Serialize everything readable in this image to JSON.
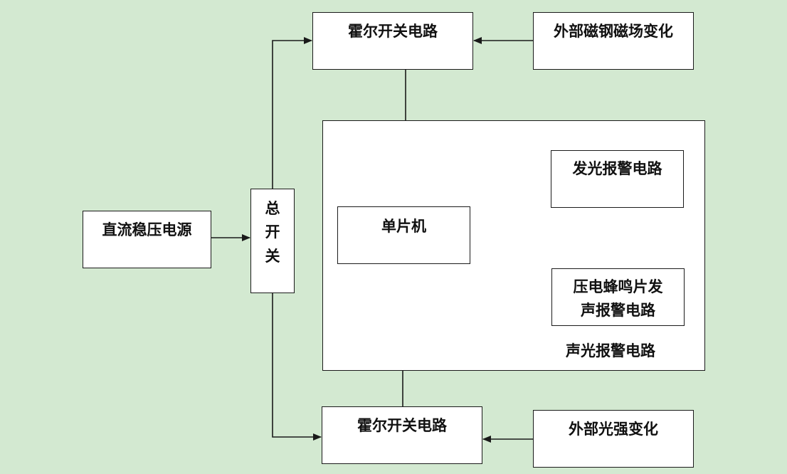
{
  "colors": {
    "background": "#d3e9d1",
    "box_fill": "#ffffff",
    "stroke": "#1a1a1a"
  },
  "nodes": {
    "hall_switch_top": "霍尔开关电路",
    "ext_magnet_field": "外部磁钢磁场变化",
    "dc_regulator": "直流稳压电源",
    "main_switch": [
      "总",
      "开",
      "关"
    ],
    "mcu": "单片机",
    "light_alarm": "发光报警电路",
    "buzzer_alarm": [
      "压电蜂鸣片发",
      "声报警电路"
    ],
    "sound_light_group": "声光报警电路",
    "hall_switch_bottom": "霍尔开关电路",
    "ext_light_change": "外部光强变化"
  }
}
